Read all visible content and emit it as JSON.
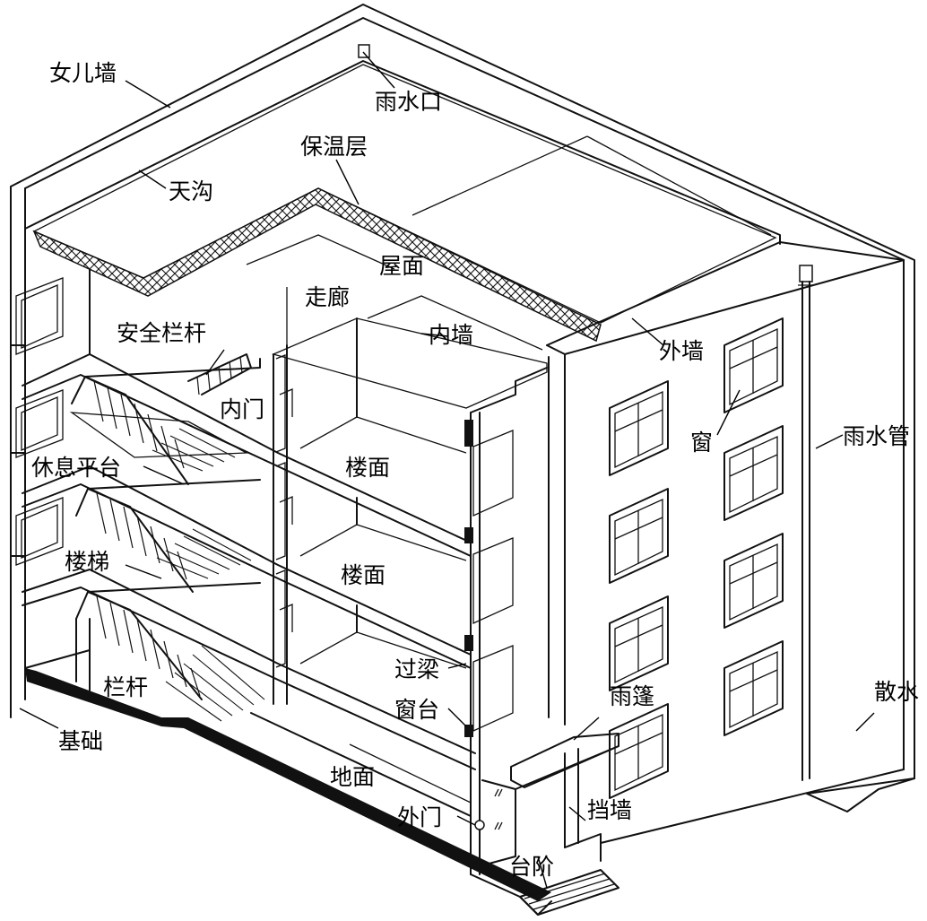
{
  "diagram": {
    "labels": {
      "parapet": "女儿墙",
      "roof_drain": "雨水口",
      "insulation": "保温层",
      "gutter": "天沟",
      "roof": "屋面",
      "corridor": "走廊",
      "inner_wall": "内墙",
      "safety_railing": "安全栏杆",
      "outer_wall": "外墙",
      "inner_door": "内门",
      "window": "窗",
      "downpipe": "雨水管",
      "landing": "休息平台",
      "floor_upper": "楼面",
      "floor_lower": "楼面",
      "stairs": "楼梯",
      "lintel": "过梁",
      "railing": "栏杆",
      "sill": "窗台",
      "canopy": "雨篷",
      "apron": "散水",
      "foundation": "基础",
      "ground": "地面",
      "outer_door": "外门",
      "retaining_wall": "挡墙",
      "steps": "台阶"
    }
  }
}
